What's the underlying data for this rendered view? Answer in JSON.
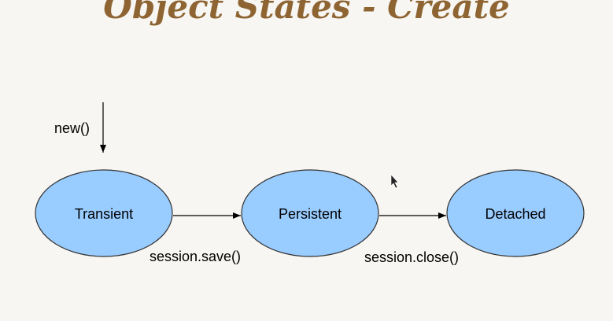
{
  "slide": {
    "title": "Object States - Create"
  },
  "diagram": {
    "states": [
      {
        "label": "Transient"
      },
      {
        "label": "Persistent"
      },
      {
        "label": "Detached"
      }
    ],
    "transitions": [
      {
        "label": "new()",
        "to": "Transient"
      },
      {
        "label": "session.save()",
        "from": "Transient",
        "to": "Persistent"
      },
      {
        "label": "session.close()",
        "from": "Persistent",
        "to": "Detached"
      }
    ],
    "colors": {
      "state_fill": "#99ccff",
      "state_stroke": "#333333",
      "title": "#8e6532"
    }
  }
}
